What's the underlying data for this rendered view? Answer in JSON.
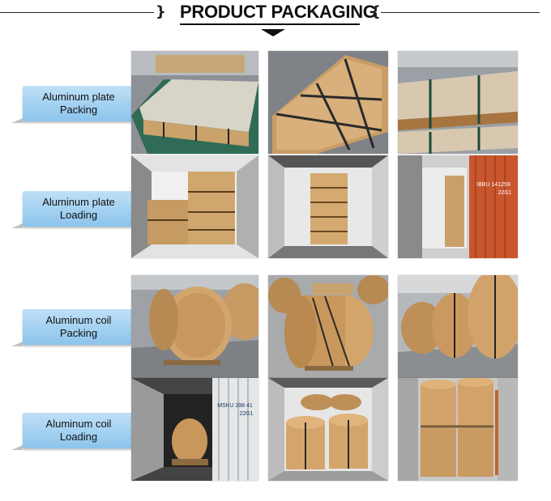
{
  "header": {
    "title": "PRODUCT PACKAGING"
  },
  "rows": [
    {
      "label_line1": "Aluminum plate",
      "label_line2": "Packing"
    },
    {
      "label_line1": "Aluminum plate",
      "label_line2": "Loading"
    },
    {
      "label_line1": "Aluminum coil",
      "label_line2": "Packing"
    },
    {
      "label_line1": "Aluminum coil",
      "label_line2": "Loading"
    }
  ],
  "container_marks": {
    "photo_2_3": [
      "IBBU 141259",
      "22G1"
    ],
    "photo_4_1": [
      "MSKU 398 41",
      "22G1"
    ]
  },
  "colors": {
    "label_top": "#bfe0f7",
    "label_bottom": "#8cc4ec",
    "cardboard": "#c89a64"
  }
}
